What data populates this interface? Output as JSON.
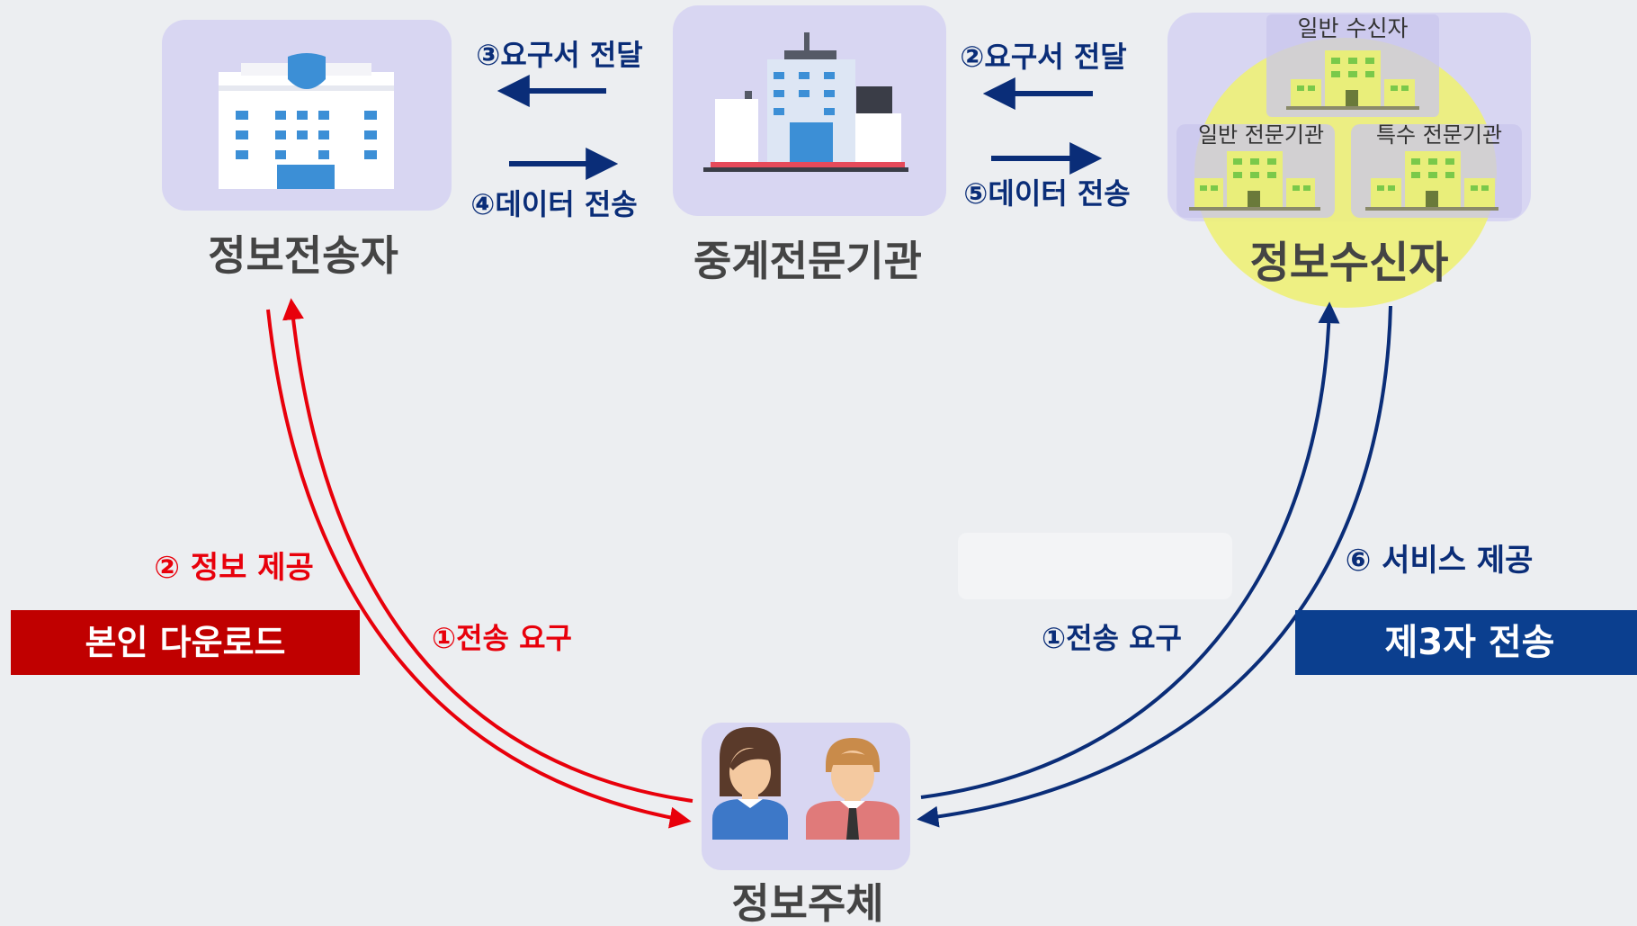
{
  "nodes": {
    "sender": {
      "label": "정보전송자",
      "icon": "hospital-building-icon"
    },
    "relay": {
      "label": "중계전문기관",
      "icon": "office-tower-icon"
    },
    "receiver": {
      "label": "정보수신자",
      "sub": {
        "general_receiver": "일반 수신자",
        "general_specialized": "일반 전문기관",
        "special_specialized": "특수 전문기관"
      }
    },
    "subject": {
      "label": "정보주체",
      "icon": "people-icon"
    }
  },
  "flows": {
    "relay_to_sender_request": "③요구서 전달",
    "sender_to_relay_data": "④데이터 전송",
    "receiver_to_relay_request": "②요구서 전달",
    "relay_to_receiver_data": "⑤데이터 전송",
    "sender_provide": "② 정보 제공",
    "subject_request_left": "①전송 요구",
    "subject_request_right": "①전송 요구",
    "receiver_service": "⑥ 서비스 제공"
  },
  "badges": {
    "self_download": "본인 다운로드",
    "third_party": "제3자 전송"
  },
  "colors": {
    "red": "#e8000b",
    "navy": "#0a2d78",
    "badge_red": "#c00000",
    "badge_blue": "#0b3f8f",
    "box": "#d8d6f2",
    "highlight": "#eef07a"
  }
}
